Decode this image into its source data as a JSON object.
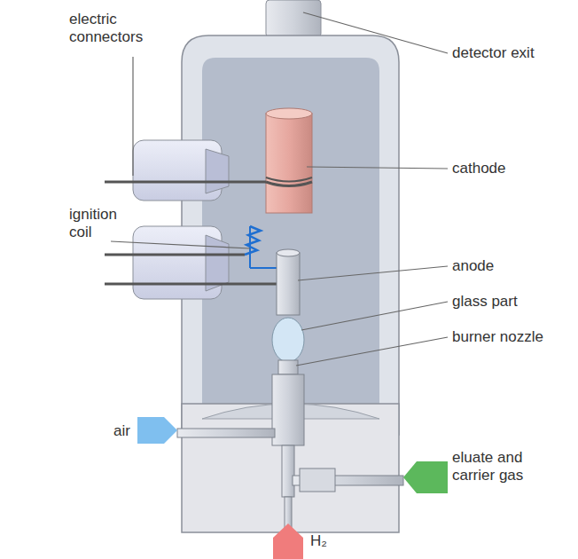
{
  "diagram": {
    "labels": [
      "electric connectors",
      "detector exit",
      "cathode",
      "ignition coil",
      "anode",
      "glass part",
      "burner nozzle",
      "air",
      "eluate and carrier gas",
      "H₂"
    ]
  }
}
